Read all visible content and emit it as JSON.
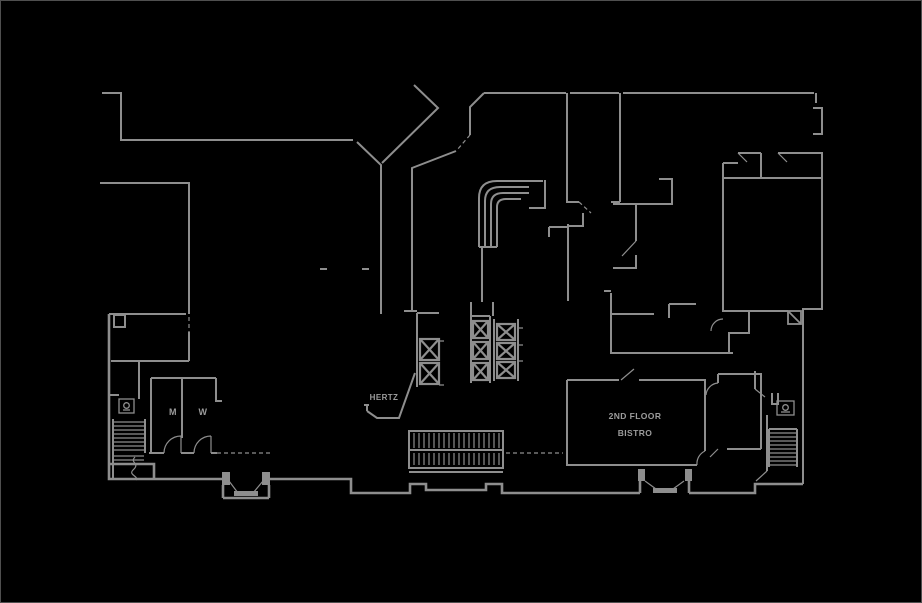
{
  "meta": {
    "type": "architectural-floor-plan",
    "background_color": "#000000",
    "wall_color": "#8e8e8e",
    "label_color": "#9c9c9c",
    "border_color": "#4f4f4f"
  },
  "labels": {
    "hertz": "HERTZ",
    "bistro_line1": "2ND FLOOR",
    "bistro_line2": "BISTRO",
    "restroom_men": "M",
    "restroom_women": "W"
  },
  "icons": [
    {
      "name": "elevator-icon",
      "shape": "box-with-x-diagonals",
      "count": 8
    },
    {
      "name": "stairs-icon",
      "shape": "hatched-treads",
      "count": 3
    },
    {
      "name": "curved-stair-icon",
      "shape": "nested-arcs",
      "count": 1
    },
    {
      "name": "shaft-icon",
      "shape": "box-with-diagonal",
      "count": 1
    },
    {
      "name": "fixture-icon",
      "shape": "small-box-with-circle",
      "count": 2
    },
    {
      "name": "entrance-door-icon",
      "shape": "vestibule-posts-and-threshold",
      "count": 2
    },
    {
      "name": "door-swing-icon",
      "shape": "quarter-arc",
      "count": 6
    }
  ]
}
